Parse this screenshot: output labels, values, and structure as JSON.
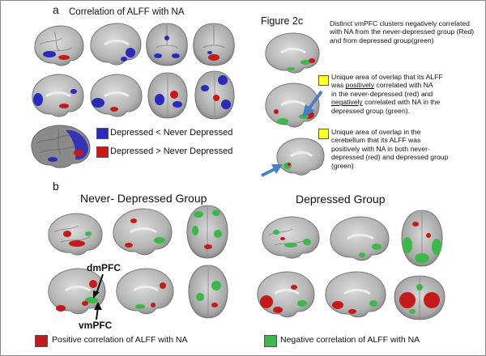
{
  "panel_a": {
    "letter": "a",
    "title": "Correlation of ALFF with NA",
    "legend": [
      {
        "label": "Depressed < Never Depressed",
        "color": "#2a2ab8"
      },
      {
        "label": "Depressed > Never Depressed",
        "color": "#c41a1a"
      }
    ]
  },
  "panel_2c": {
    "title": "Figure 2c",
    "description": "Distinct vmPFC clusters negatively correlated with NA from the never-depressed group (Red) and from depressed group(green)",
    "note_1": {
      "l1": "Unique area of overlap that its ALFF",
      "l2_a": "was ",
      "l2_u": "positively",
      "l2_b": " correlated  with NA",
      "l3": "in the never-depressed (red) and",
      "l4_u": "negatively",
      "l4_b": " correlated with NA in the",
      "l5": "depressed group (green)."
    },
    "note_2": {
      "l1": "Unique area of overlap in the",
      "l2": "cerebellum  that its ALFF  was",
      "l3": "positively with NA in both never-",
      "l4": "depressed (red) and depressed group",
      "l5": "(green)"
    },
    "marker_color": "#ffff33"
  },
  "panel_b": {
    "letter": "b",
    "group_never": "Never- Depressed Group",
    "group_depressed": "Depressed Group",
    "label_dmpfc": "dmPFC",
    "label_vmpfc": "vmPFC",
    "legend": [
      {
        "label": "Positive correlation of ALFF with NA",
        "color": "#c41a1a"
      },
      {
        "label": "Negative correlation of ALFF with NA",
        "color": "#3cb84a"
      }
    ]
  },
  "colors": {
    "red": "#c41a1a",
    "blue": "#2a2ab8",
    "green": "#3cb84a",
    "arrow": "#4a7fc0"
  }
}
